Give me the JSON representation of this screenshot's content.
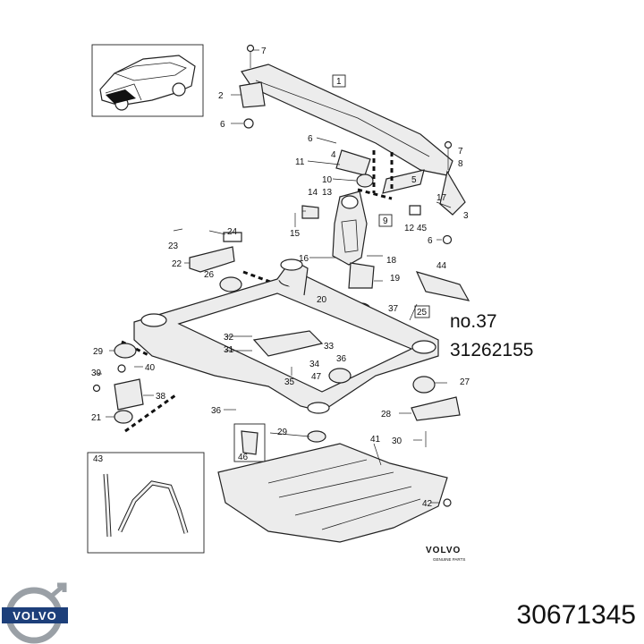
{
  "callouts": {
    "c1": "1",
    "c2": "2",
    "c3": "3",
    "c4": "4",
    "c5": "5",
    "c6a": "6",
    "c6b": "6",
    "c6c": "6",
    "c7a": "7",
    "c7b": "7",
    "c8": "8",
    "c9": "9",
    "c10": "10",
    "c11": "11",
    "c12": "12",
    "c13": "13",
    "c14": "14",
    "c15": "15",
    "c16": "16",
    "c17": "17",
    "c18": "18",
    "c19": "19",
    "c20": "20",
    "c21": "21",
    "c22": "22",
    "c23": "23",
    "c24": "24",
    "c25": "25",
    "c26": "26",
    "c27": "27",
    "c28": "28",
    "c29a": "29",
    "c29b": "29",
    "c30": "30",
    "c31": "31",
    "c32": "32",
    "c33": "33",
    "c34": "34",
    "c35": "35",
    "c36a": "36",
    "c36b": "36",
    "c37": "37",
    "c38": "38",
    "c39": "39",
    "c40": "40",
    "c41": "41",
    "c42": "42",
    "c43": "43",
    "c44": "44",
    "c45": "45",
    "c46": "46",
    "c47": "47"
  },
  "note": {
    "line1": "no.37",
    "line2": "31262155"
  },
  "brand_mark": {
    "name": "VOLVO",
    "sub": "GENUINE PARTS"
  },
  "logo": {
    "text": "VOLVO"
  },
  "part_number": "30671345",
  "colors": {
    "ink": "#222222",
    "fill": "#ececec",
    "logo_blue": "#1d3f7a",
    "logo_silver": "#9aa0a6"
  }
}
